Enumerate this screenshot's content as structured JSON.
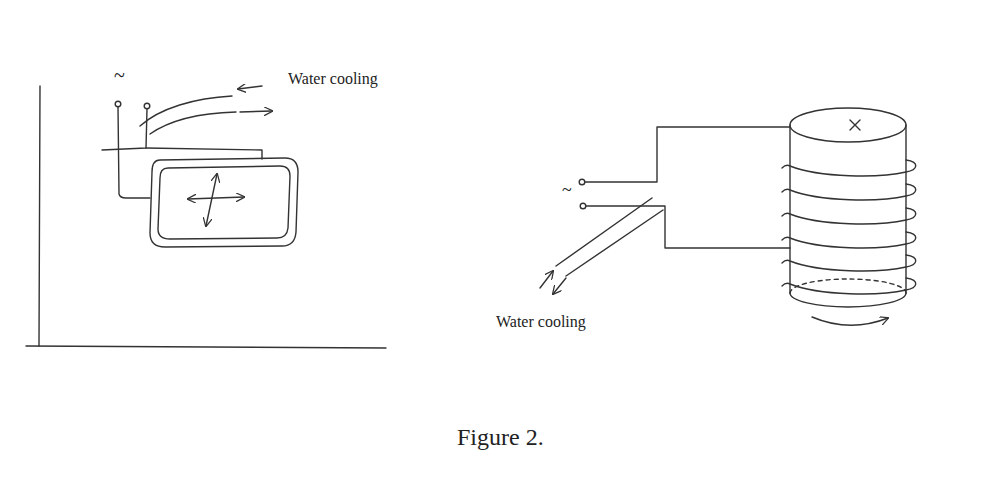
{
  "diagram": {
    "caption": "Figure 2.",
    "labels": [
      "~",
      "Water cooling",
      "~",
      "Water cooling"
    ]
  }
}
